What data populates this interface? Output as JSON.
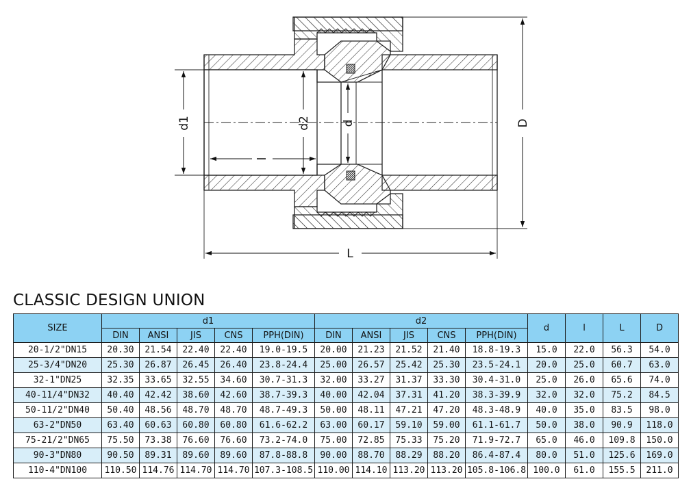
{
  "drawing": {
    "labels": {
      "d1": "d1",
      "d2": "d2",
      "d": "d",
      "l": "l",
      "D": "D",
      "L": "L"
    },
    "colors": {
      "line": "#222222",
      "hatch": "#333333"
    }
  },
  "title": "CLASSIC DESIGN UNION",
  "table": {
    "header": {
      "size": "SIZE",
      "d1": "d1",
      "d2": "d2",
      "d": "d",
      "l": "l",
      "L": "L",
      "D": "D",
      "sub": [
        "DIN",
        "ANSI",
        "JIS",
        "CNS",
        "PPH(DIN)"
      ]
    },
    "rows": [
      {
        "size": "20-1/2\"DN15",
        "d1": [
          "20.30",
          "21.54",
          "22.40",
          "22.40",
          "19.0-19.5"
        ],
        "d2": [
          "20.00",
          "21.23",
          "21.52",
          "21.40",
          "18.8-19.3"
        ],
        "d": "15.0",
        "l": "22.0",
        "L": "56.3",
        "D": "54.0"
      },
      {
        "size": "25-3/4\"DN20",
        "d1": [
          "25.30",
          "26.87",
          "26.45",
          "26.40",
          "23.8-24.4"
        ],
        "d2": [
          "25.00",
          "26.57",
          "25.42",
          "25.30",
          "23.5-24.1"
        ],
        "d": "20.0",
        "l": "25.0",
        "L": "60.7",
        "D": "63.0"
      },
      {
        "size": "32-1\"DN25",
        "d1": [
          "32.35",
          "33.65",
          "32.55",
          "34.60",
          "30.7-31.3"
        ],
        "d2": [
          "32.00",
          "33.27",
          "31.37",
          "33.30",
          "30.4-31.0"
        ],
        "d": "25.0",
        "l": "26.0",
        "L": "65.6",
        "D": "74.0"
      },
      {
        "size": "40-11/4\"DN32",
        "d1": [
          "40.40",
          "42.42",
          "38.60",
          "42.60",
          "38.7-39.3"
        ],
        "d2": [
          "40.00",
          "42.04",
          "37.31",
          "41.20",
          "38.3-39.9"
        ],
        "d": "32.0",
        "l": "32.0",
        "L": "75.2",
        "D": "84.5"
      },
      {
        "size": "50-11/2\"DN40",
        "d1": [
          "50.40",
          "48.56",
          "48.70",
          "48.70",
          "48.7-49.3"
        ],
        "d2": [
          "50.00",
          "48.11",
          "47.21",
          "47.20",
          "48.3-48.9"
        ],
        "d": "40.0",
        "l": "35.0",
        "L": "83.5",
        "D": "98.0"
      },
      {
        "size": "63-2\"DN50",
        "d1": [
          "63.40",
          "60.63",
          "60.80",
          "60.80",
          "61.6-62.2"
        ],
        "d2": [
          "63.00",
          "60.17",
          "59.10",
          "59.00",
          "61.1-61.7"
        ],
        "d": "50.0",
        "l": "38.0",
        "L": "90.9",
        "D": "118.0"
      },
      {
        "size": "75-21/2\"DN65",
        "d1": [
          "75.50",
          "73.38",
          "76.60",
          "76.60",
          "73.2-74.0"
        ],
        "d2": [
          "75.00",
          "72.85",
          "75.33",
          "75.20",
          "71.9-72.7"
        ],
        "d": "65.0",
        "l": "46.0",
        "L": "109.8",
        "D": "150.0"
      },
      {
        "size": "90-3\"DN80",
        "d1": [
          "90.50",
          "89.31",
          "89.60",
          "89.60",
          "87.8-88.8"
        ],
        "d2": [
          "90.00",
          "88.70",
          "88.29",
          "88.20",
          "86.4-87.4"
        ],
        "d": "80.0",
        "l": "51.0",
        "L": "125.6",
        "D": "169.0"
      },
      {
        "size": "110-4\"DN100",
        "d1": [
          "110.50",
          "114.76",
          "114.70",
          "114.70",
          "107.3-108.5"
        ],
        "d2": [
          "110.00",
          "114.10",
          "113.20",
          "113.20",
          "105.8-106.8"
        ],
        "d": "100.0",
        "l": "61.0",
        "L": "155.5",
        "D": "211.0"
      }
    ],
    "colors": {
      "header_bg": "#8dd2f3",
      "alt_row_bg": "#d8eef9",
      "border": "#1a1a1a"
    }
  }
}
